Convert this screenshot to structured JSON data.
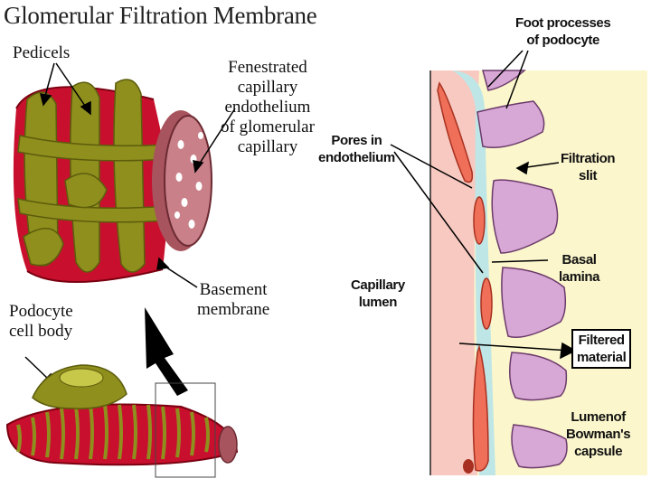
{
  "title": "Glomerular Filtration Membrane",
  "left_labels": {
    "pedicels": [
      "Pedicels"
    ],
    "fenestrated": [
      "Fenestrated",
      "capillary",
      "endothelium",
      "of glomerular",
      "capillary"
    ],
    "basement": [
      "Basement",
      "membrane"
    ],
    "podocyte_body": [
      "Podocyte",
      "cell body"
    ]
  },
  "right_labels": {
    "foot_processes": [
      "Foot processes",
      "of podocyte"
    ],
    "pores": [
      "Pores in",
      "endothelium"
    ],
    "filtration_slit": [
      "Filtration",
      "slit"
    ],
    "basal_lamina": [
      "Basal",
      "lamina"
    ],
    "capillary_lumen": [
      "Capillary",
      "lumen"
    ],
    "filtered_material": [
      "Filtered",
      "material"
    ],
    "bowman": [
      "Lumenof",
      "Bowman's",
      "capsule"
    ]
  },
  "colors": {
    "capillary_red": "#c8102e",
    "podocyte_olive": "#8f8f1e",
    "endothelium_pink": "#b86a72",
    "lumen_pink": "#f7c9c0",
    "basal_cyan": "#bfe6e6",
    "bowman_yellow": "#fbf6cc",
    "foot_lilac": "#d7a8d6",
    "pore_red": "#ef6f58"
  }
}
